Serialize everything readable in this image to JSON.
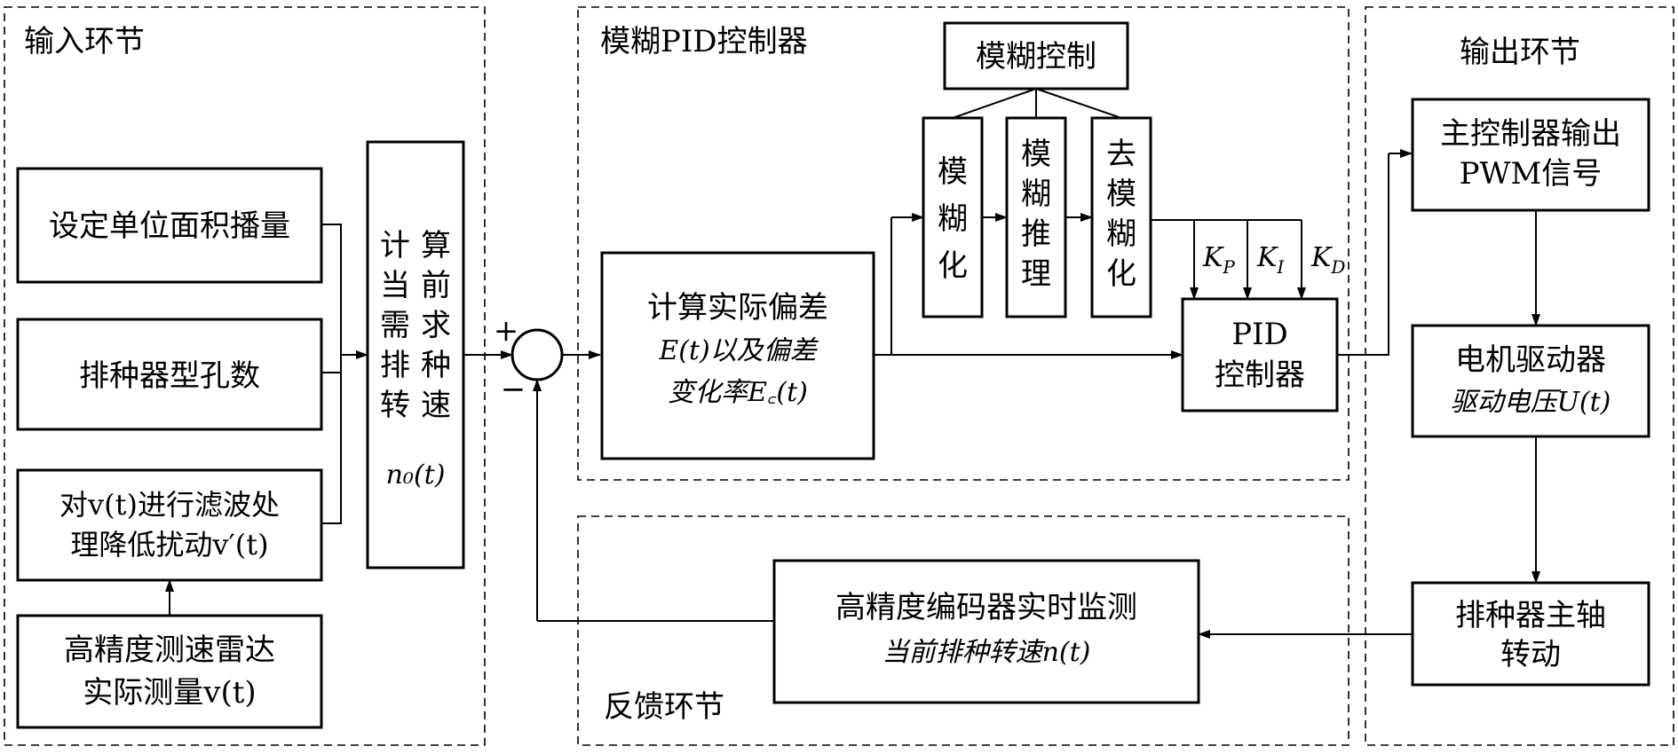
{
  "sections": {
    "input": "输入环节",
    "fuzzy_pid": "模糊PID控制器",
    "output": "输出环节",
    "feedback": "反馈环节"
  },
  "blocks": {
    "set_rate": "设定单位面积播量",
    "hole_count": "排种器型孔数",
    "filter": [
      "对v(t)进行滤波处",
      "理降低扰动v′(t)"
    ],
    "radar": [
      "高精度测速雷达",
      "实际测量v(t)"
    ],
    "calc_speed": [
      "计",
      "算",
      "当",
      "前",
      "需",
      "求",
      "排",
      "种",
      "转",
      "速",
      "n₀(t)"
    ],
    "error_calc": [
      "计算实际偏差",
      "E(t)以及偏差",
      "变化率E꜀(t)"
    ],
    "fuzzy_control": "模糊控制",
    "fuzzify": [
      "模",
      "糊",
      "化"
    ],
    "inference": [
      "模",
      "糊",
      "推",
      "理"
    ],
    "defuzzify": [
      "去",
      "模",
      "糊",
      "化"
    ],
    "pid": [
      "PID",
      "控制器"
    ],
    "pwm": [
      "主控制器输出",
      "PWM信号"
    ],
    "driver": [
      "电机驱动器",
      "驱动电压U(t)"
    ],
    "spindle": [
      "排种器主轴",
      "转动"
    ],
    "encoder": [
      "高精度编码器实时监测",
      "当前排种转速n(t)"
    ]
  },
  "gains": {
    "kp": "K",
    "kp_sub": "P",
    "ki": "K",
    "ki_sub": "I",
    "kd": "K",
    "kd_sub": "D"
  },
  "signs": {
    "plus": "+",
    "minus": "−"
  }
}
